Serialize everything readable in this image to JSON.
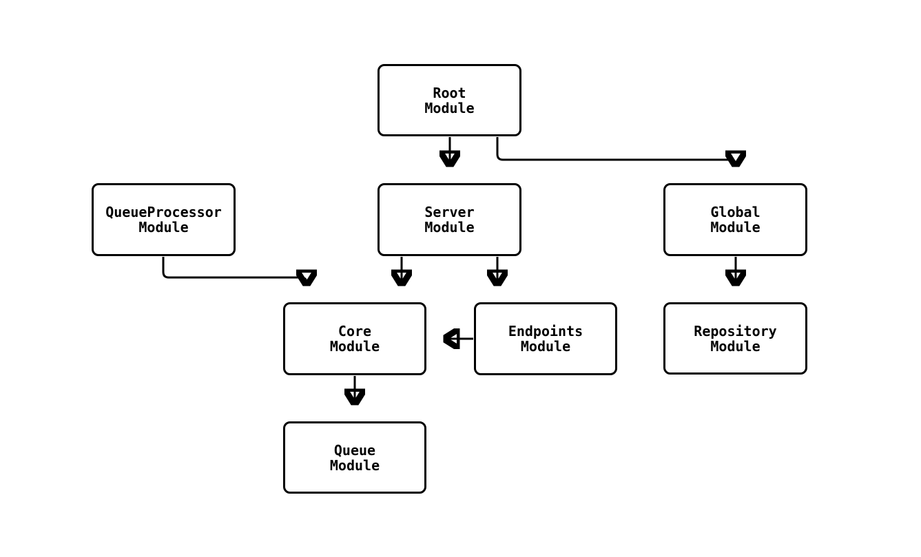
{
  "diagram": {
    "type": "module-dependency-graph",
    "background_color": "#ffffff",
    "node_border_color": "#000000",
    "node_fill_color": "#ffffff",
    "edge_color": "#000000",
    "text_color": "#000000",
    "nodes": {
      "root": {
        "label": "Root\nModule"
      },
      "queueprocessor": {
        "label": "QueueProcessor\nModule"
      },
      "server": {
        "label": "Server\nModule"
      },
      "global": {
        "label": "Global\nModule"
      },
      "core": {
        "label": "Core\nModule"
      },
      "endpoints": {
        "label": "Endpoints\nModule"
      },
      "repository": {
        "label": "Repository\nModule"
      },
      "queue": {
        "label": "Queue\nModule"
      }
    },
    "edges": [
      {
        "from": "root",
        "to": "server"
      },
      {
        "from": "root",
        "to": "global"
      },
      {
        "from": "queueprocessor",
        "to": "core"
      },
      {
        "from": "server",
        "to": "core"
      },
      {
        "from": "server",
        "to": "endpoints"
      },
      {
        "from": "endpoints",
        "to": "core"
      },
      {
        "from": "global",
        "to": "repository"
      },
      {
        "from": "core",
        "to": "queue"
      }
    ]
  }
}
